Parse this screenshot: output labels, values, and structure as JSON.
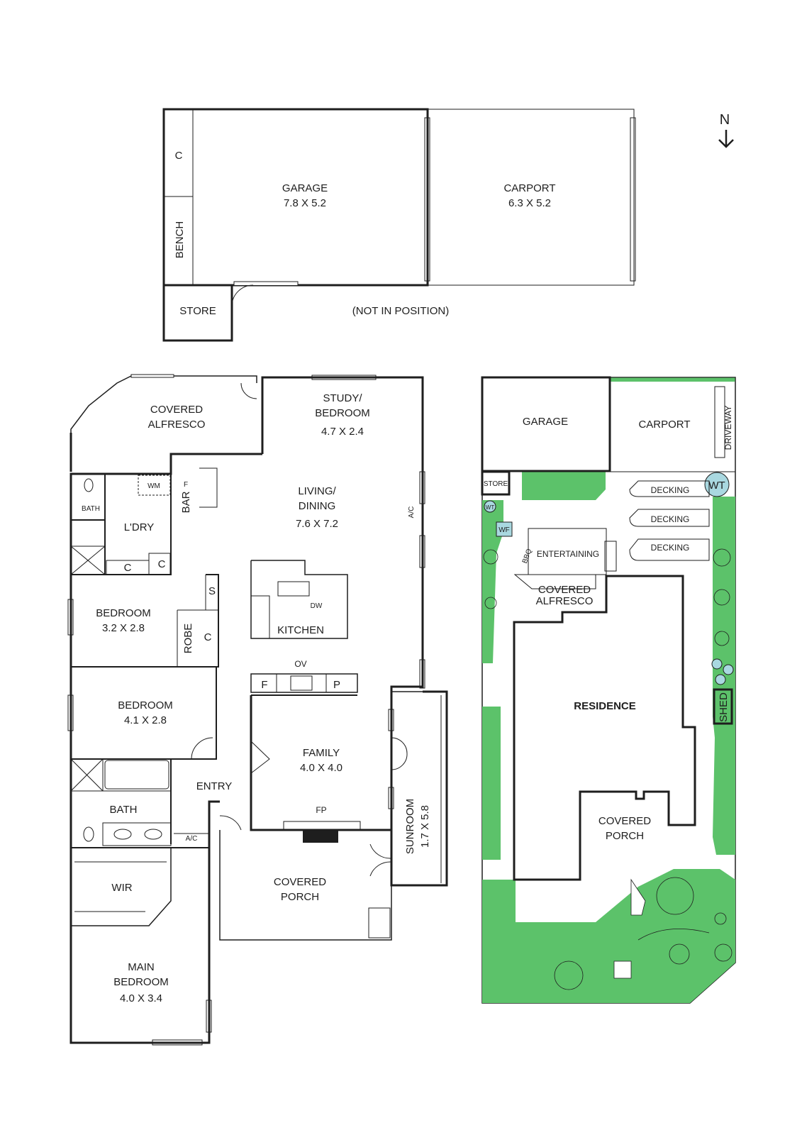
{
  "garage_block": {
    "garage": {
      "name": "GARAGE",
      "dims": "7.8 X 5.2"
    },
    "carport": {
      "name": "CARPORT",
      "dims": "6.3 X 5.2"
    },
    "cupboard": "C",
    "bench": "BENCH",
    "store": "STORE",
    "note": "(NOT IN POSITION)"
  },
  "compass": {
    "label": "N",
    "icon": "north-arrow-icon"
  },
  "floor_plan": {
    "covered_alfresco": "COVERED ALFRESCO",
    "study": {
      "name": "STUDY/ BEDROOM",
      "dims": "4.7 X 2.4"
    },
    "living": {
      "name": "LIVING/ DINING",
      "dims": "7.6 X 7.2"
    },
    "bar": "BAR",
    "bar_fridge": "F",
    "laundry": "L'DRY",
    "washing_machine": "WM",
    "small_bath": "BATH",
    "cupboard": "C",
    "ac": "A/C",
    "kitchen": "KITCHEN",
    "dishwasher": "DW",
    "shelf": "S",
    "robe": "ROBE",
    "bedroom1": {
      "name": "BEDROOM",
      "dims": "3.2 X 2.8"
    },
    "bedroom2": {
      "name": "BEDROOM",
      "dims": "4.1 X 2.8"
    },
    "oven": "OV",
    "fridge": "F",
    "pantry": "P",
    "family": {
      "name": "FAMILY",
      "dims": "4.0 X 4.0"
    },
    "entry": "ENTRY",
    "bath": "BATH",
    "fireplace": "FP",
    "sunroom": {
      "name": "SUNROOM",
      "dims": "1.7 X 5.8"
    },
    "covered_porch": "COVERED PORCH",
    "wir": "WIR",
    "main_bedroom": {
      "name": "MAIN BEDROOM",
      "dims": "4.0 X 3.4"
    }
  },
  "site_plan": {
    "garage": "GARAGE",
    "carport": "CARPORT",
    "driveway": "DRIVEWAY",
    "store": "STORE",
    "water_tank": "WT",
    "wood_fire": "WF",
    "bbq": "BBQ",
    "entertaining": "ENTERTAINING",
    "decking": "DECKING",
    "covered_alfresco": "COVERED ALFRESCO",
    "residence": "RESIDENCE",
    "shed": "SHED",
    "covered_porch": "COVERED PORCH"
  },
  "colors": {
    "garden": "#5cc26a",
    "tank": "#a9d8e0",
    "wall": "#1e1e1e"
  }
}
